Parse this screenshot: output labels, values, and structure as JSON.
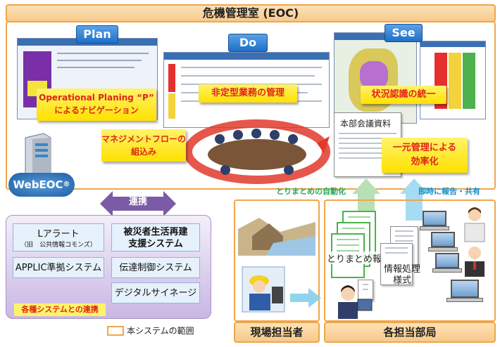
{
  "eoc": {
    "title": "危機管理室 (EOC)"
  },
  "phases": {
    "plan": "Plan",
    "do": "Do",
    "see": "See"
  },
  "callouts": {
    "operational_line1": "Operational Planing “P”",
    "operational_line2": "によるナビゲーション",
    "atypical_mgmt": "非定型業務の管理",
    "situation": "状況認識の統一",
    "mgmt_flow_line1": "マネジメントフローの",
    "mgmt_flow_line2": "組込み",
    "unified_line1": "一元管理による",
    "unified_line2": "効率化"
  },
  "meeting_doc": {
    "title": "本部会議資料"
  },
  "server": {
    "label": "WebEOC",
    "reg": "®"
  },
  "link": {
    "label": "連携"
  },
  "systems": {
    "l_alert": "Lアラート",
    "l_alert_sub": "（旧　公共情報コモンズ）",
    "victim_support_line1": "被災者生活再建",
    "victim_support_line2": "支援システム",
    "applic": "APPLIC準拠システム",
    "transmission": "伝達制御システム",
    "signage": "デジタルサイネージ",
    "integration_label": "各種システムとの連携"
  },
  "legend": {
    "label": "本システムの範囲"
  },
  "flows": {
    "auto_compile": "とりまとめの自動化",
    "instant_report": "即時に報告・共有"
  },
  "field": {
    "label": "現場担当者"
  },
  "departments": {
    "label": "各担当部局",
    "compile_report": "とりまとめ報",
    "info_format_line1": "情報処理",
    "info_format_line2": "様式"
  }
}
